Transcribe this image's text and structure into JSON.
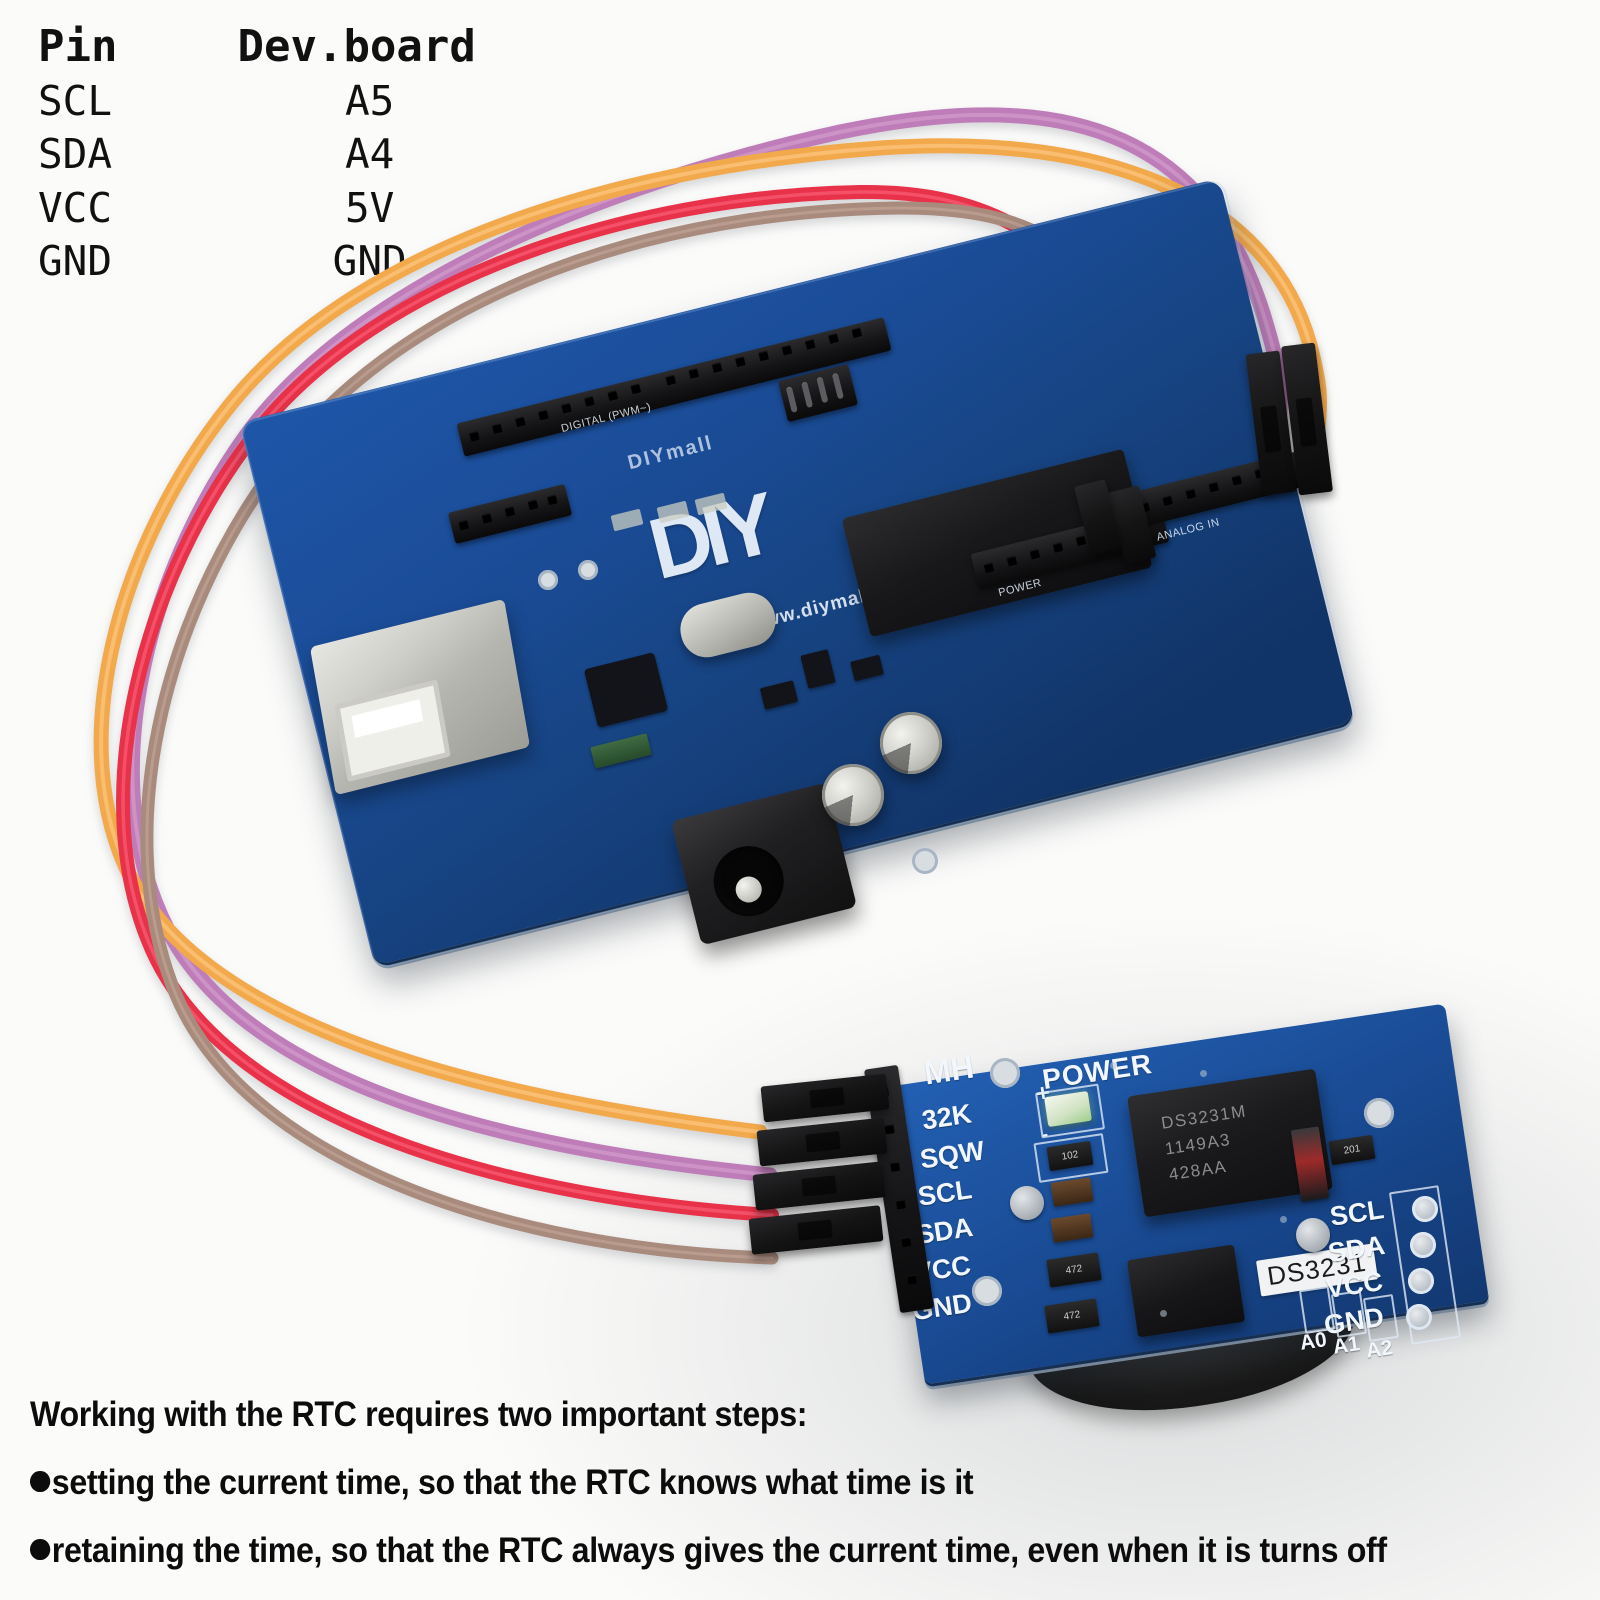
{
  "pin_table": {
    "headers": [
      "Pin",
      "Dev.board"
    ],
    "rows": [
      {
        "pin": "SCL",
        "board": "A5"
      },
      {
        "pin": "SDA",
        "board": "A4"
      },
      {
        "pin": "VCC",
        "board": "5V"
      },
      {
        "pin": "GND",
        "board": "GND"
      }
    ]
  },
  "dev_board": {
    "brand": "DIY",
    "brand_mark": "DIYmall",
    "url": "www.diymalls.com",
    "silk": {
      "digital": "DIGITAL (PWM~)",
      "power": "POWER",
      "analog": "ANALOG IN"
    }
  },
  "rtc_module": {
    "vendor_mark": "MH",
    "power_label": "POWER",
    "power_plus": "+",
    "power_minus": "-",
    "part_label": "DS3231",
    "chip_lines": [
      "DS3231M",
      "1149A3",
      "428AA"
    ],
    "left_pins": [
      "32K",
      "SQW",
      "SCL",
      "SDA",
      "VCC",
      "GND"
    ],
    "right_pins": [
      "SCL",
      "SDA",
      "VCC",
      "GND"
    ],
    "addr_jumpers": [
      "A0",
      "A1",
      "A2"
    ],
    "resistor_102": "102",
    "resistor_201": "201",
    "resistor_472a": "472",
    "resistor_472b": "472"
  },
  "wires": {
    "items": [
      {
        "name": "scl-wire",
        "color": "#BE7CB8",
        "from": "SCL",
        "to": "A5"
      },
      {
        "name": "sda-wire",
        "color": "#F2A94C",
        "from": "SDA",
        "to": "A4"
      },
      {
        "name": "vcc-wire",
        "color": "#E8304A",
        "from": "VCC",
        "to": "5V"
      },
      {
        "name": "gnd-wire",
        "color": "#A98B7D",
        "from": "GND",
        "to": "GND"
      }
    ]
  },
  "caption": {
    "intro": "Working with the RTC requires two important steps:",
    "bullets": [
      "setting the current time, so that the RTC knows what time is it",
      "retaining the time, so that the RTC always gives the current time, even when it is turns off"
    ]
  },
  "colors": {
    "pcb_blue": "#1b4d99",
    "rtc_blue": "#1d53a0",
    "silkscreen": "#f2f7fd",
    "text": "#0c0c0c",
    "background": "#ffffff"
  }
}
